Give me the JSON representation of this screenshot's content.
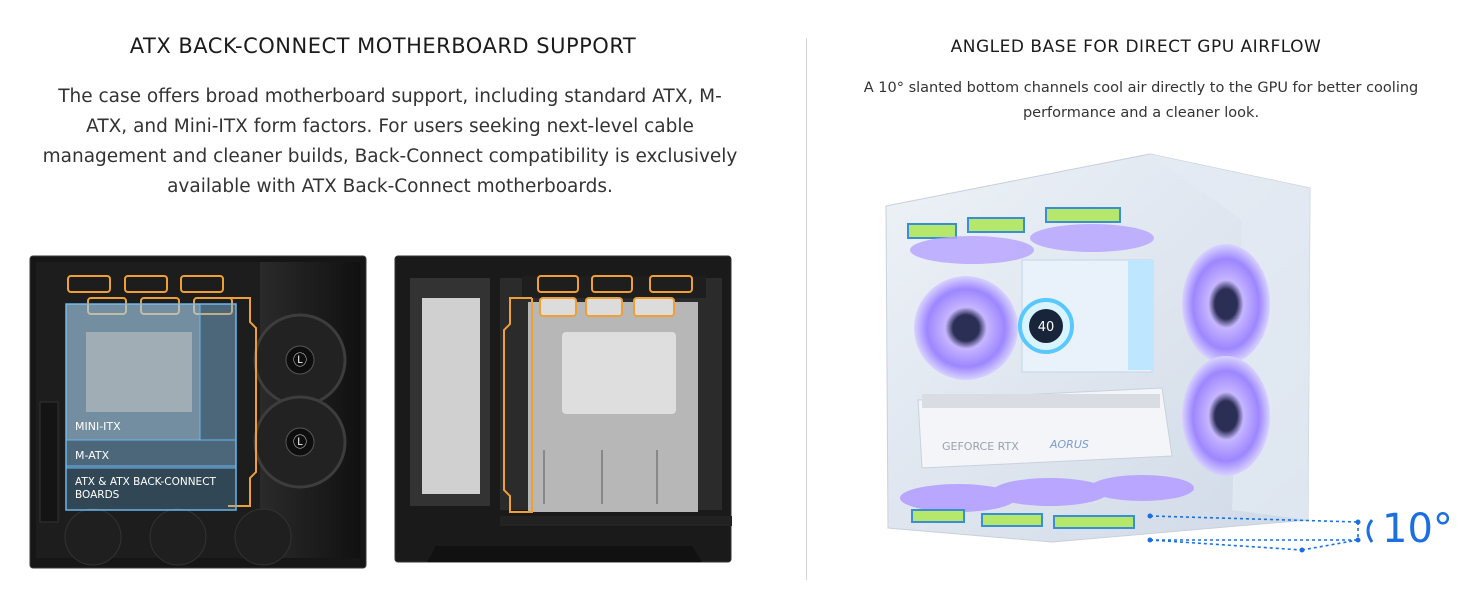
{
  "left_section": {
    "title": "ATX BACK-CONNECT MOTHERBOARD SUPPORT",
    "description": "The case offers broad motherboard support, including standard ATX, M-ATX, and Mini-ITX form factors. For users seeking next-level cable management and cleaner builds, Back-Connect compatibility is exclusively available with ATX Back-Connect motherboards.",
    "labels": {
      "mini_itx": "MINI-ITX",
      "m_atx": "M-ATX",
      "atx_line1": "ATX & ATX BACK-CONNECT",
      "atx_line2": "BOARDS"
    }
  },
  "right_section": {
    "title": "ANGLED BASE FOR DIRECT GPU AIRFLOW",
    "description": "A 10° slanted bottom channels cool air directly to the GPU for better cooling performance and a cleaner look.",
    "angle_label": "10°",
    "gpu_text": "GEFORCE RTX",
    "gpu_brand": "AORUS",
    "cooler_display": "40"
  },
  "colors": {
    "outline_orange": "#f0a033",
    "board_highlight": "#6ab6ea",
    "angle_blue": "#1b6fe0",
    "fan_purple": "#a98aff"
  }
}
